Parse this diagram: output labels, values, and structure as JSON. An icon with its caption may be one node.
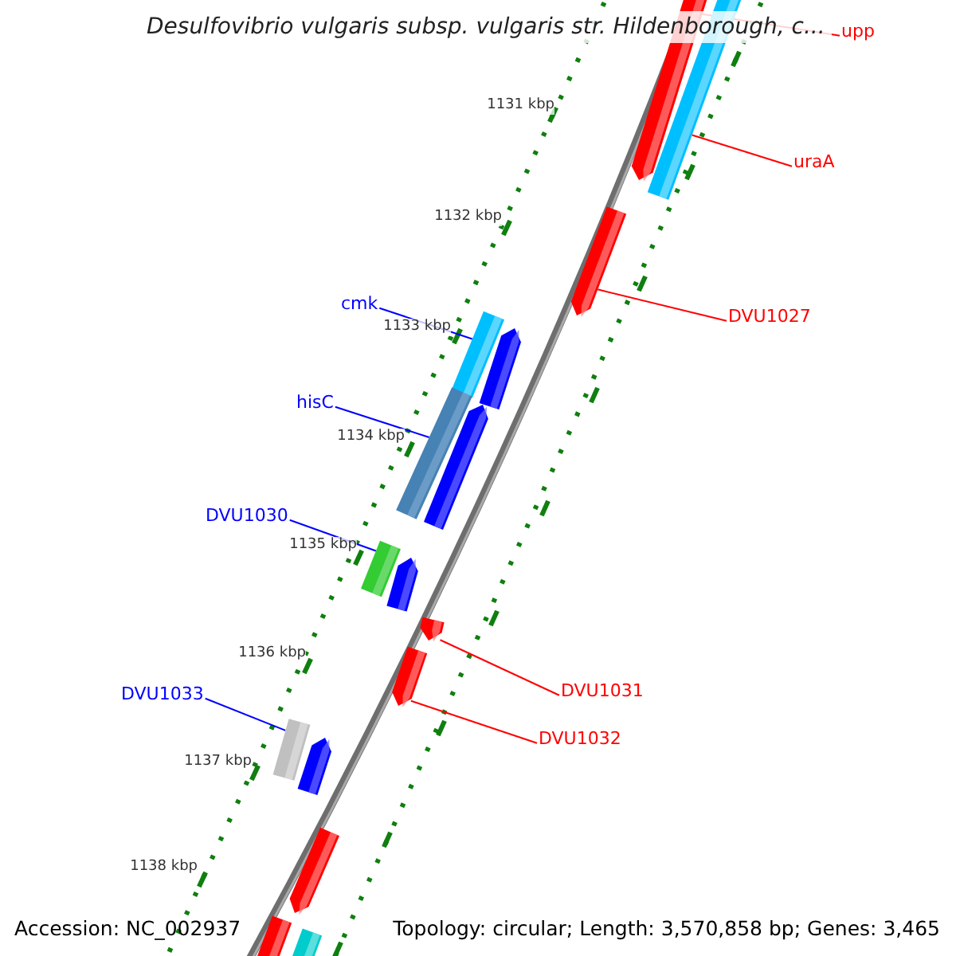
{
  "diagram": {
    "title": "Desulfovibrio vulgaris subsp. vulgaris str. Hildenborough, c...",
    "nodes": [
      {
        "text": [
          "upp"
        ]
      },
      {
        "text": [],
        "shape": "arrow"
      },
      {
        "text": [],
        "shape": "bar"
      },
      {
        "text": [
          "uraA"
        ]
      },
      {
        "text": [],
        "shape": "arrow"
      },
      {
        "text": [
          "DVU1027"
        ]
      },
      {
        "text": [
          "cmk"
        ]
      },
      {
        "text": [],
        "shape": "bar"
      },
      {
        "text": [],
        "shape": "arrow"
      },
      {
        "text": [
          "hisC"
        ]
      },
      {
        "text": [],
        "shape": "bar"
      },
      {
        "text": [],
        "shape": "arrow"
      },
      {
        "text": [
          "DVU1030"
        ]
      },
      {
        "text": [],
        "shape": "bar"
      },
      {
        "text": [],
        "shape": "arrow"
      },
      {
        "text": [],
        "shape": "arrow"
      },
      {
        "text": [
          "DVU1031"
        ]
      },
      {
        "text": [],
        "shape": "arrow"
      },
      {
        "text": [
          "DVU1032"
        ]
      },
      {
        "text": [
          "DVU1033"
        ]
      },
      {
        "text": [],
        "shape": "bar"
      },
      {
        "text": [],
        "shape": "arrow"
      },
      {
        "text": [],
        "shape": "arrow"
      },
      {
        "text": [],
        "shape": "arrow"
      },
      {
        "text": [],
        "shape": "bar"
      }
    ],
    "edges": [
      {
        "from": 0,
        "to": 1,
        "arrow": "none"
      },
      {
        "from": 3,
        "to": 2,
        "arrow": "none"
      },
      {
        "from": 5,
        "to": 4,
        "arrow": "none"
      },
      {
        "from": 6,
        "to": 7,
        "arrow": "none",
        "color": "#0000ff"
      },
      {
        "from": 9,
        "to": 10,
        "arrow": "none",
        "color": "#0000ff"
      },
      {
        "from": 12,
        "to": 13,
        "arrow": "none",
        "color": "#0000ff"
      },
      {
        "from": 16,
        "to": 15,
        "arrow": "none"
      },
      {
        "from": 18,
        "to": 17,
        "arrow": "none"
      },
      {
        "from": 19,
        "to": 20,
        "arrow": "none",
        "color": "#0000ff"
      }
    ],
    "labels": [
      "1131 kbp",
      "1132 kbp",
      "1133 kbp",
      "1134 kbp",
      "1135 kbp",
      "1136 kbp",
      "1137 kbp",
      "1138 kbp",
      "Accession: NC_002937",
      "Topology: circular; Length: 3,570,858 bp; Genes: 3,465"
    ]
  }
}
